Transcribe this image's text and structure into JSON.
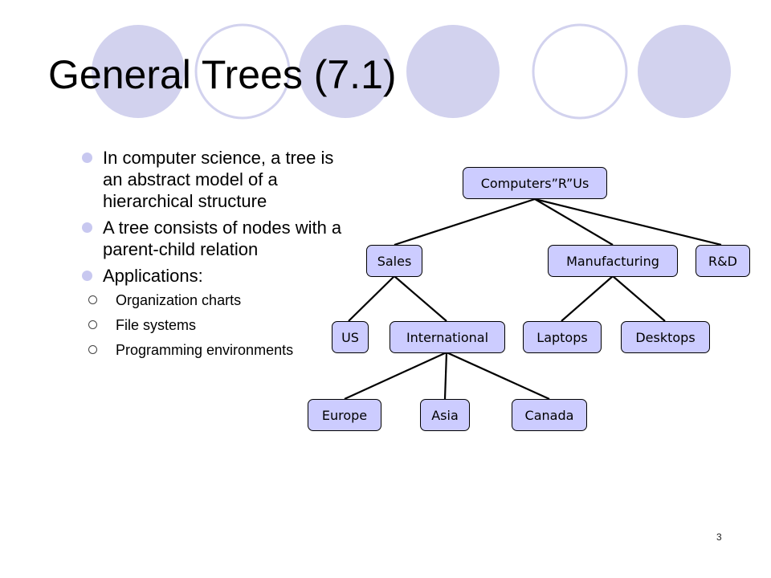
{
  "slide": {
    "title": "General Trees (7.1)",
    "page_number": "3",
    "bullets": [
      "In computer science, a tree is an abstract model of a hierarchical structure",
      "A tree consists of nodes with a parent-child relation",
      "Applications:"
    ],
    "sub_bullets": [
      "Organization charts",
      "File systems",
      "Programming environments"
    ]
  },
  "tree": {
    "root": "Computers”R”Us",
    "sales": "Sales",
    "manufacturing": "Manufacturing",
    "rnd": "R&D",
    "us": "US",
    "international": "International",
    "laptops": "Laptops",
    "desktops": "Desktops",
    "europe": "Europe",
    "asia": "Asia",
    "canada": "Canada"
  },
  "colors": {
    "node_fill": "#ccccff",
    "decor_circle": "#d2d2ee",
    "bullet": "#c8c8f0"
  }
}
